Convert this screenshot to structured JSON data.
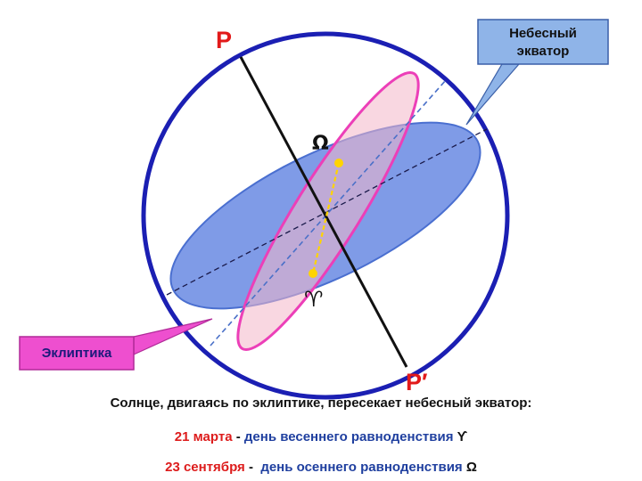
{
  "labels": {
    "pole_north": "P",
    "pole_south": "P′",
    "descending_node": "Ω",
    "ascending_node": "♈",
    "equator_callout": "Небесный экватор",
    "ecliptic_callout": "Эклиптика"
  },
  "caption": {
    "line1": "Солнце, двигаясь по эклиптике, пересекает небесный экватор:",
    "line2": {
      "date": "21 марта",
      "dash": " - ",
      "text": "день весеннего равноденствия",
      "symbol": "ϒ"
    },
    "line3": {
      "date": "23 сентября",
      "dash": " - ",
      "text": "день осеннего равноденствия",
      "symbol": "Ω"
    }
  },
  "colors": {
    "sphere": "#1b1fb3",
    "equator_fill": "#5b7fe0",
    "ecliptic_fill": "#f4b6c8",
    "ecliptic_stroke": "#ec3fb8",
    "axis": "#111111",
    "pole_label": "#e21a1a",
    "node_line": "#ffd400",
    "equator_callout_fill": "#8fb4e8",
    "ecliptic_callout_fill": "#ee4fcf"
  }
}
